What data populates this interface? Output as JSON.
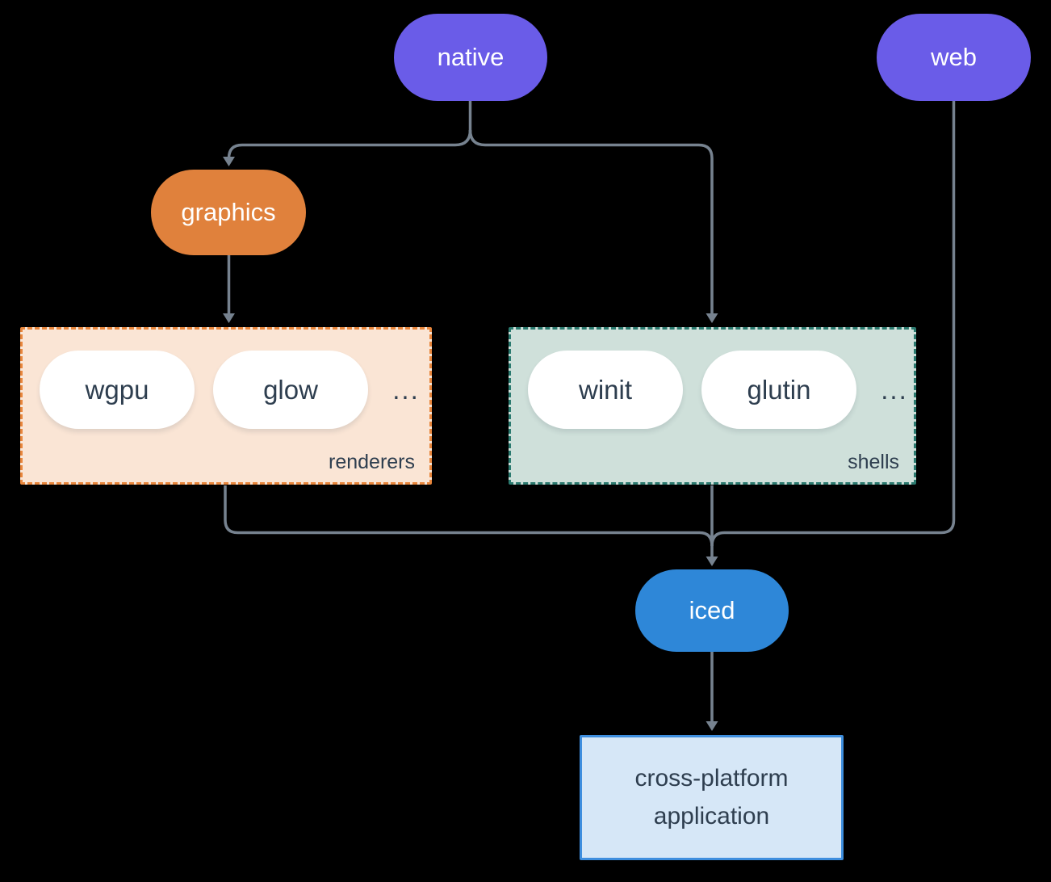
{
  "colors": {
    "bg": "#000000",
    "line": "#76828F",
    "purple": "#6A5CE8",
    "orange": "#E0813C",
    "blue": "#2E87D8",
    "dark_text": "#2E3E4F",
    "pill_fill": "#FFFFFF",
    "renderers_fill": "#FAE5D5",
    "renderers_border": "#E8863C",
    "shells_fill": "#CFE0DA",
    "shells_border": "#2B7A6F",
    "app_fill": "#D6E7F7",
    "app_border": "#3E8EDE"
  },
  "nodes": {
    "native": {
      "label": "native"
    },
    "web": {
      "label": "web"
    },
    "graphics": {
      "label": "graphics"
    },
    "iced": {
      "label": "iced"
    },
    "app": {
      "line1": "cross-platform",
      "line2": "application"
    }
  },
  "groups": {
    "renderers": {
      "label": "renderers",
      "items": [
        "wgpu",
        "glow"
      ],
      "ellipsis": "..."
    },
    "shells": {
      "label": "shells",
      "items": [
        "winit",
        "glutin"
      ],
      "ellipsis": "..."
    }
  }
}
